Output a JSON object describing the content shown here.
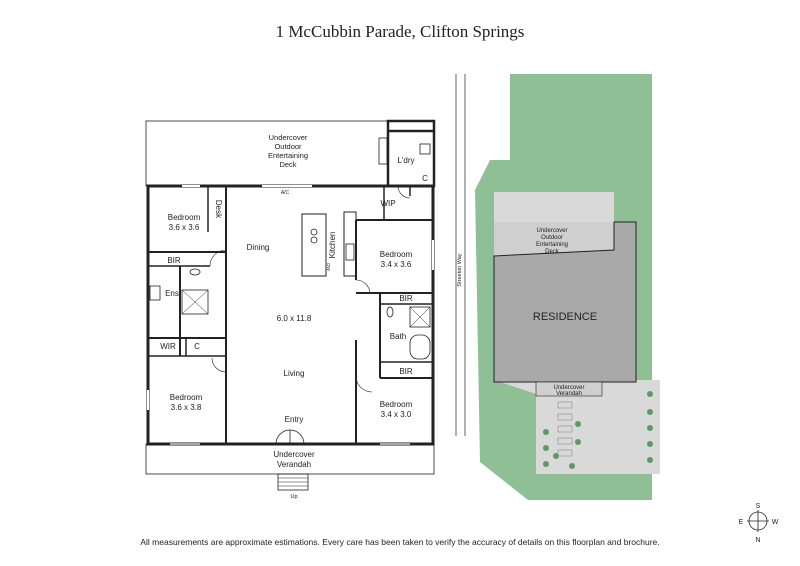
{
  "title": "1 McCubbin Parade, Clifton Springs",
  "footer": "All measurements are approximate estimations. Every care has been taken to verify the accuracy of details on this floorplan and brochure.",
  "floorplan": {
    "deck_rear": [
      "Undercover",
      "Outdoor",
      "Entertaining",
      "Deck"
    ],
    "laundry": "L'dry",
    "cupboard": "C",
    "ac": "A/C",
    "wip": "WIP",
    "desk": "Desk",
    "bedroom_nw": {
      "name": "Bedroom",
      "size": "3.6 x 3.6"
    },
    "dining": "Dining",
    "kitchen": "Kitchen",
    "dw": "DW",
    "bedroom_ne": {
      "name": "Bedroom",
      "size": "3.4 x 3.6"
    },
    "bir": "BIR",
    "ens": "Ens",
    "main_size": "6.0 x 11.8",
    "bath": "Bath",
    "wir": "WIR",
    "living": "Living",
    "bedroom_sw": {
      "name": "Bedroom",
      "size": "3.6 x 3.8"
    },
    "bedroom_se": {
      "name": "Bedroom",
      "size": "3.4 x 3.0"
    },
    "entry": "Entry",
    "verandah_front": [
      "Undercover",
      "Verandah"
    ],
    "up": "Up"
  },
  "siteplan": {
    "street": "Streeton Way",
    "deck": [
      "Undercover",
      "Outdoor",
      "Entertaining",
      "Deck"
    ],
    "residence": "RESIDENCE",
    "verandah": [
      "Undercover",
      "Verandah"
    ],
    "colors": {
      "lawn": "#8fbf95",
      "paving": "#d9d9d9",
      "residence": "#a9a9a9",
      "deck": "#cfcfcf"
    }
  },
  "compass": {
    "n": "N",
    "s": "S",
    "e": "E",
    "w": "W"
  }
}
